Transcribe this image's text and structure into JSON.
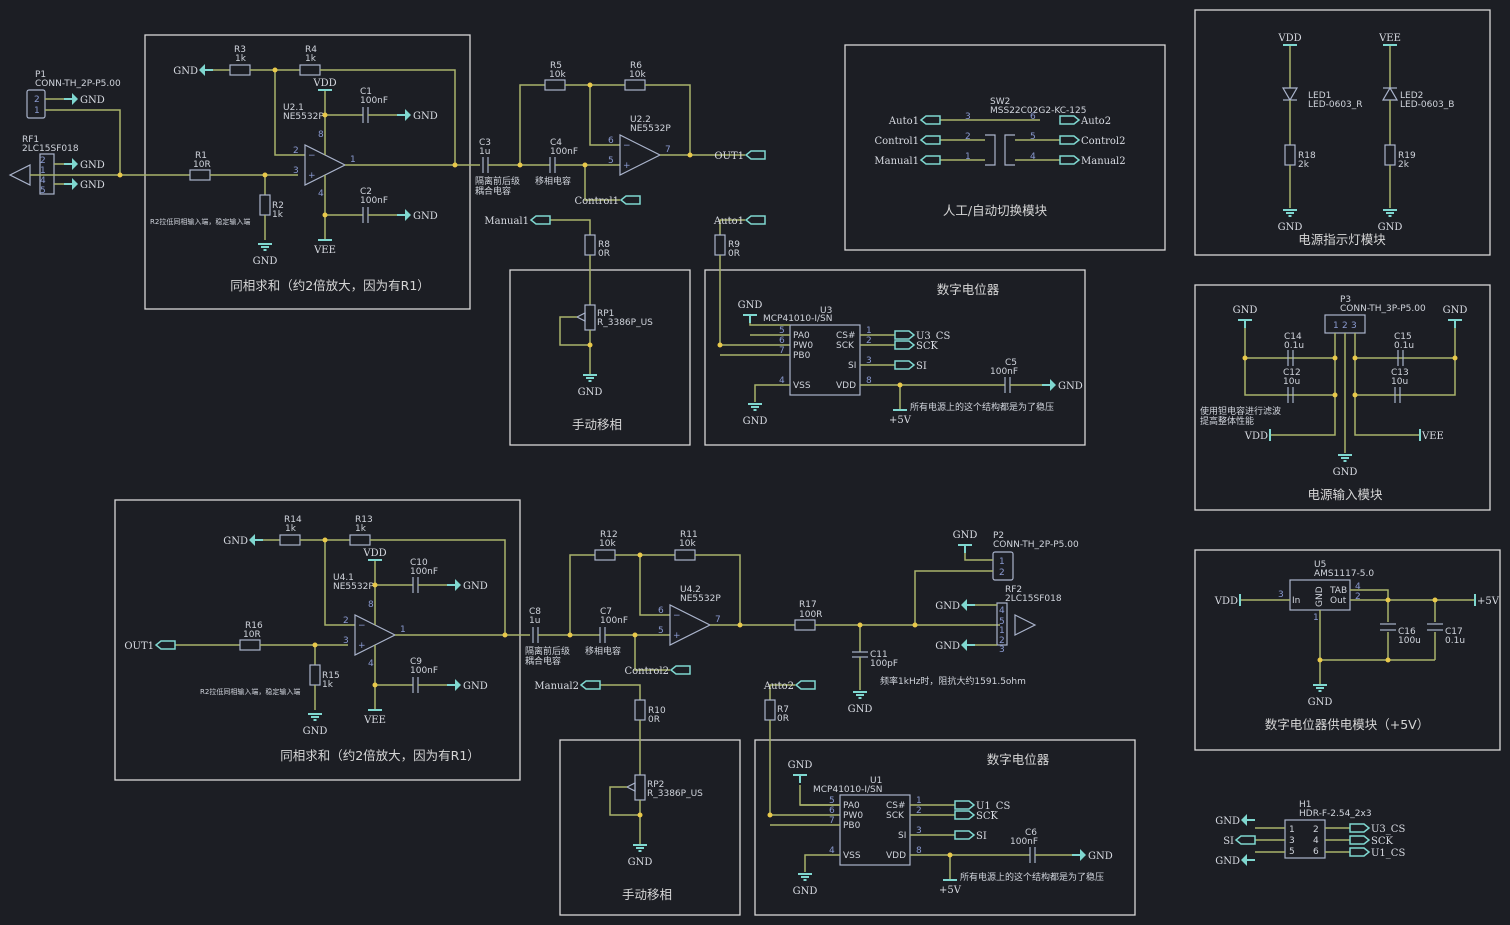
{
  "modules": {
    "sum1": "同相求和（约2倍放大，因为有R1）",
    "sum2": "同相求和（约2倍放大，因为有R1）",
    "manual1": "手动移相",
    "manual2": "手动移相",
    "pot1": "数字电位器",
    "pot2": "数字电位器",
    "switch": "人工/自动切换模块",
    "led": "电源指示灯模块",
    "power": "电源输入模块",
    "ldo": "数字电位器供电模块（+5V）"
  },
  "notes": {
    "r2": "R2拉低同相输入端，稳定输入端",
    "r16": "R2拉低同相输入端，稳定输入端",
    "stab1": "所有电源上的这个结构都是为了稳压",
    "stab2": "所有电源上的这个结构都是为了稳压",
    "coupling_a": "隔离前后级",
    "coupling_b": "耦合电容",
    "phase": "移相电容",
    "tantalum_a": "使用钽电容进行滤波",
    "tantalum_b": "提高整体性能",
    "freq": "频率1kHz时，阻抗大约1591.5ohm"
  },
  "nets": {
    "gnd": "GND",
    "vdd": "VDD",
    "vee": "VEE",
    "p5v": "+5V",
    "out1": "OUT1",
    "control1": "Control1",
    "control2": "Control2",
    "manual1": "Manual1",
    "manual2": "Manual2",
    "auto1": "Auto1",
    "auto2": "Auto2",
    "u3cs": "U3_CS",
    "u1cs": "U1_CS",
    "sck": "SCK",
    "si": "SI"
  },
  "components": {
    "P1": {
      "ref": "P1",
      "val": "CONN-TH_2P-P5.00"
    },
    "RF1": {
      "ref": "RF1",
      "val": "2LC15SF018"
    },
    "R1": {
      "ref": "R1",
      "val": "10R"
    },
    "R2": {
      "ref": "R2",
      "val": "1k"
    },
    "R3": {
      "ref": "R3",
      "val": "1k"
    },
    "R4": {
      "ref": "R4",
      "val": "1k"
    },
    "U21": {
      "ref": "U2.1",
      "val": "NE5532P"
    },
    "C1": {
      "ref": "C1",
      "val": "100nF"
    },
    "C2": {
      "ref": "C2",
      "val": "100nF"
    },
    "C3": {
      "ref": "C3",
      "val": "1u"
    },
    "C4": {
      "ref": "C4",
      "val": "100nF"
    },
    "R5": {
      "ref": "R5",
      "val": "10k"
    },
    "R6": {
      "ref": "R6",
      "val": "10k"
    },
    "U22": {
      "ref": "U2.2",
      "val": "NE5532P"
    },
    "R8": {
      "ref": "R8",
      "val": "0R"
    },
    "RP1": {
      "ref": "RP1",
      "val": "R_3386P_US"
    },
    "R9": {
      "ref": "R9",
      "val": "0R"
    },
    "U3": {
      "ref": "U3",
      "val": "MCP41010-I/SN"
    },
    "C5": {
      "ref": "C5",
      "val": "100nF"
    },
    "SW2": {
      "ref": "SW2",
      "val": "MSS22C02G2-KC-125"
    },
    "LED1": {
      "ref": "LED1",
      "val": "LED-0603_R"
    },
    "LED2": {
      "ref": "LED2",
      "val": "LED-0603_B"
    },
    "R18": {
      "ref": "R18",
      "val": "2k"
    },
    "R19": {
      "ref": "R19",
      "val": "2k"
    },
    "P3": {
      "ref": "P3",
      "val": "CONN-TH_3P-P5.00"
    },
    "C14": {
      "ref": "C14",
      "val": "0.1u"
    },
    "C12": {
      "ref": "C12",
      "val": "10u"
    },
    "C15": {
      "ref": "C15",
      "val": "0.1u"
    },
    "C13": {
      "ref": "C13",
      "val": "10u"
    },
    "U5": {
      "ref": "U5",
      "val": "AMS1117-5.0"
    },
    "C16": {
      "ref": "C16",
      "val": "100u"
    },
    "C17": {
      "ref": "C17",
      "val": "0.1u"
    },
    "H1": {
      "ref": "H1",
      "val": "HDR-F-2.54_2x3"
    },
    "R14": {
      "ref": "R14",
      "val": "1k"
    },
    "R13": {
      "ref": "R13",
      "val": "1k"
    },
    "U41": {
      "ref": "U4.1",
      "val": "NE5532P"
    },
    "C10": {
      "ref": "C10",
      "val": "100nF"
    },
    "C9": {
      "ref": "C9",
      "val": "100nF"
    },
    "R16": {
      "ref": "R16",
      "val": "10R"
    },
    "R15": {
      "ref": "R15",
      "val": "1k"
    },
    "C8": {
      "ref": "C8",
      "val": "1u"
    },
    "C7": {
      "ref": "C7",
      "val": "100nF"
    },
    "R12": {
      "ref": "R12",
      "val": "10k"
    },
    "R11": {
      "ref": "R11",
      "val": "10k"
    },
    "U42": {
      "ref": "U4.2",
      "val": "NE5532P"
    },
    "R17": {
      "ref": "R17",
      "val": "100R"
    },
    "C11": {
      "ref": "C11",
      "val": "100pF"
    },
    "P2": {
      "ref": "P2",
      "val": "CONN-TH_2P-P5.00"
    },
    "RF2": {
      "ref": "RF2",
      "val": "2LC15SF018"
    },
    "R10": {
      "ref": "R10",
      "val": "0R"
    },
    "RP2": {
      "ref": "RP2",
      "val": "R_3386P_US"
    },
    "R7": {
      "ref": "R7",
      "val": "0R"
    },
    "U1": {
      "ref": "U1",
      "val": "MCP41010-I/SN"
    },
    "C6": {
      "ref": "C6",
      "val": "100nF"
    }
  },
  "pins": {
    "pa0": "PA0",
    "pw0": "PW0",
    "pb0": "PB0",
    "vss": "VSS",
    "vdd": "VDD",
    "cs": "CS#",
    "sck": "SCK",
    "si": "SI",
    "tab": "TAB",
    "out": "Out",
    "in": "In",
    "gnd": "GND",
    "n1": "1",
    "n2": "2",
    "n3": "3",
    "n4": "4",
    "n5": "5",
    "n6": "6",
    "n7": "7",
    "n8": "8"
  }
}
